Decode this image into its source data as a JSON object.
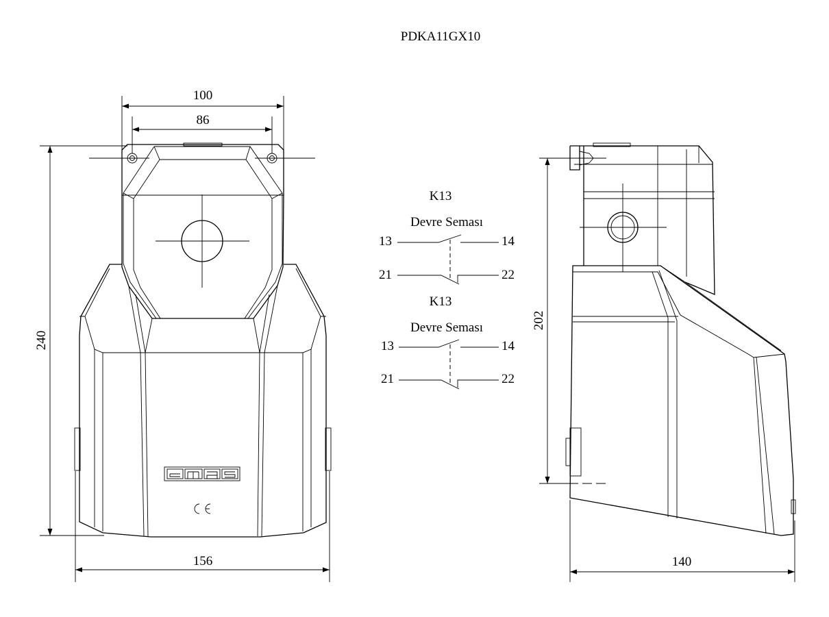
{
  "title": "PDKA11GX10",
  "dimensions": {
    "width_outer_top": "100",
    "width_inner_top": "86",
    "height_front": "240",
    "width_front_bottom": "156",
    "height_side": "202",
    "width_side_bottom": "140"
  },
  "schematics": [
    {
      "label": "K13",
      "caption": "Devre Seması",
      "no_left": "13",
      "no_right": "14",
      "nc_left": "21",
      "nc_right": "22"
    },
    {
      "label": "K13",
      "caption": "Devre Seması",
      "no_left": "13",
      "no_right": "14",
      "nc_left": "21",
      "nc_right": "22"
    }
  ],
  "logo_text": "emas",
  "ce_mark": "CE"
}
